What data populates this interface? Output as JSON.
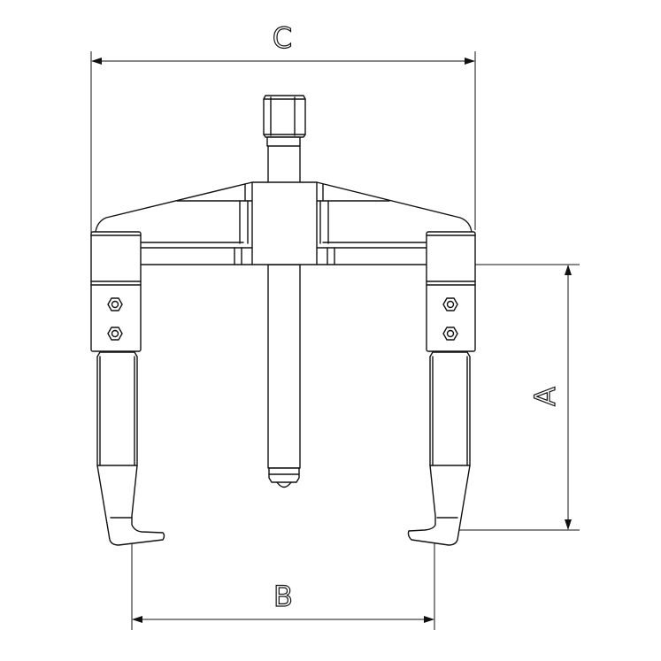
{
  "drawing": {
    "subject": "two-jaw puller",
    "background": "#ffffff",
    "line_color": "#111111"
  },
  "dimensions": {
    "C": {
      "label": "C",
      "orientation": "horizontal",
      "position": "top",
      "description": "overall width"
    },
    "B": {
      "label": "B",
      "orientation": "horizontal",
      "position": "bottom",
      "description": "jaw spread"
    },
    "A": {
      "label": "A",
      "orientation": "vertical",
      "position": "right",
      "description": "reach depth"
    }
  }
}
